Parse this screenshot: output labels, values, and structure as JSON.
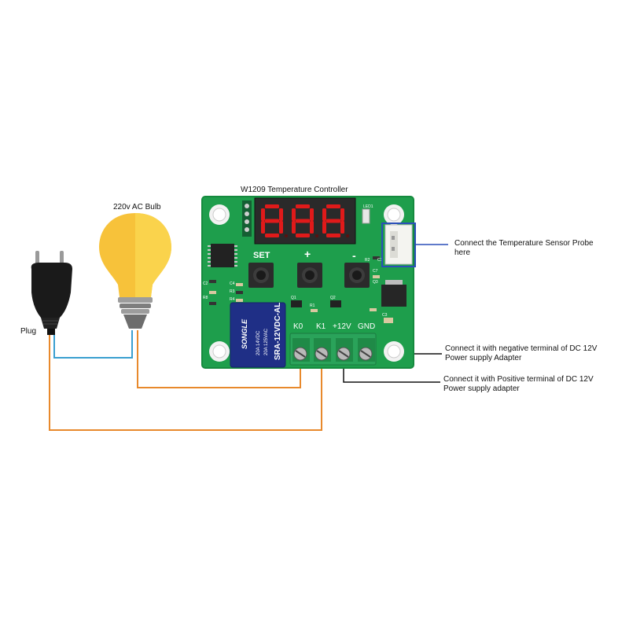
{
  "labels": {
    "controller_title": "W1209 Temperature Controller",
    "bulb": "220v AC Bulb",
    "plug": "Plug",
    "sensor_line1": "Connect the Temperature Sensor Probe",
    "sensor_line2": "here",
    "negative_line1": "Connect it with negative terminal of DC 12V",
    "negative_line2": "Power supply Adapter",
    "positive_line1": "Connect it with Positive terminal of DC 12V",
    "positive_line2": "Power supply adapter"
  },
  "board": {
    "display_digits": [
      "8",
      "8",
      "8"
    ],
    "led_label": "LED1",
    "buttons": {
      "set": "SET",
      "plus": "+",
      "minus": "-"
    },
    "terminals": [
      "K0",
      "K1",
      "+12V",
      "GND"
    ],
    "relay": {
      "brand": "SONGLE",
      "model": "SRA-12VDC-AL",
      "rating1": "20A 14VDC",
      "rating2": "20A 125VAC"
    },
    "silk_small": [
      "C4",
      "R3",
      "R4",
      "C2",
      "R8",
      "R2",
      "C1",
      "C7",
      "R1",
      "Q1",
      "Q2",
      "Q3",
      "C3"
    ]
  },
  "colors": {
    "pcb": "#1e9e4c",
    "pcb_edge": "#158a3e",
    "digit": "#e01a1a",
    "terminal": "#2aa35a",
    "relay": "#1f2f86",
    "ac_wire": "#e8892c",
    "neutral_wire": "#3a9fd0",
    "sensor_box": "#2a4fb8",
    "bulb_glass": "#f7c23a",
    "bulb_base": "#8a8a8a"
  }
}
